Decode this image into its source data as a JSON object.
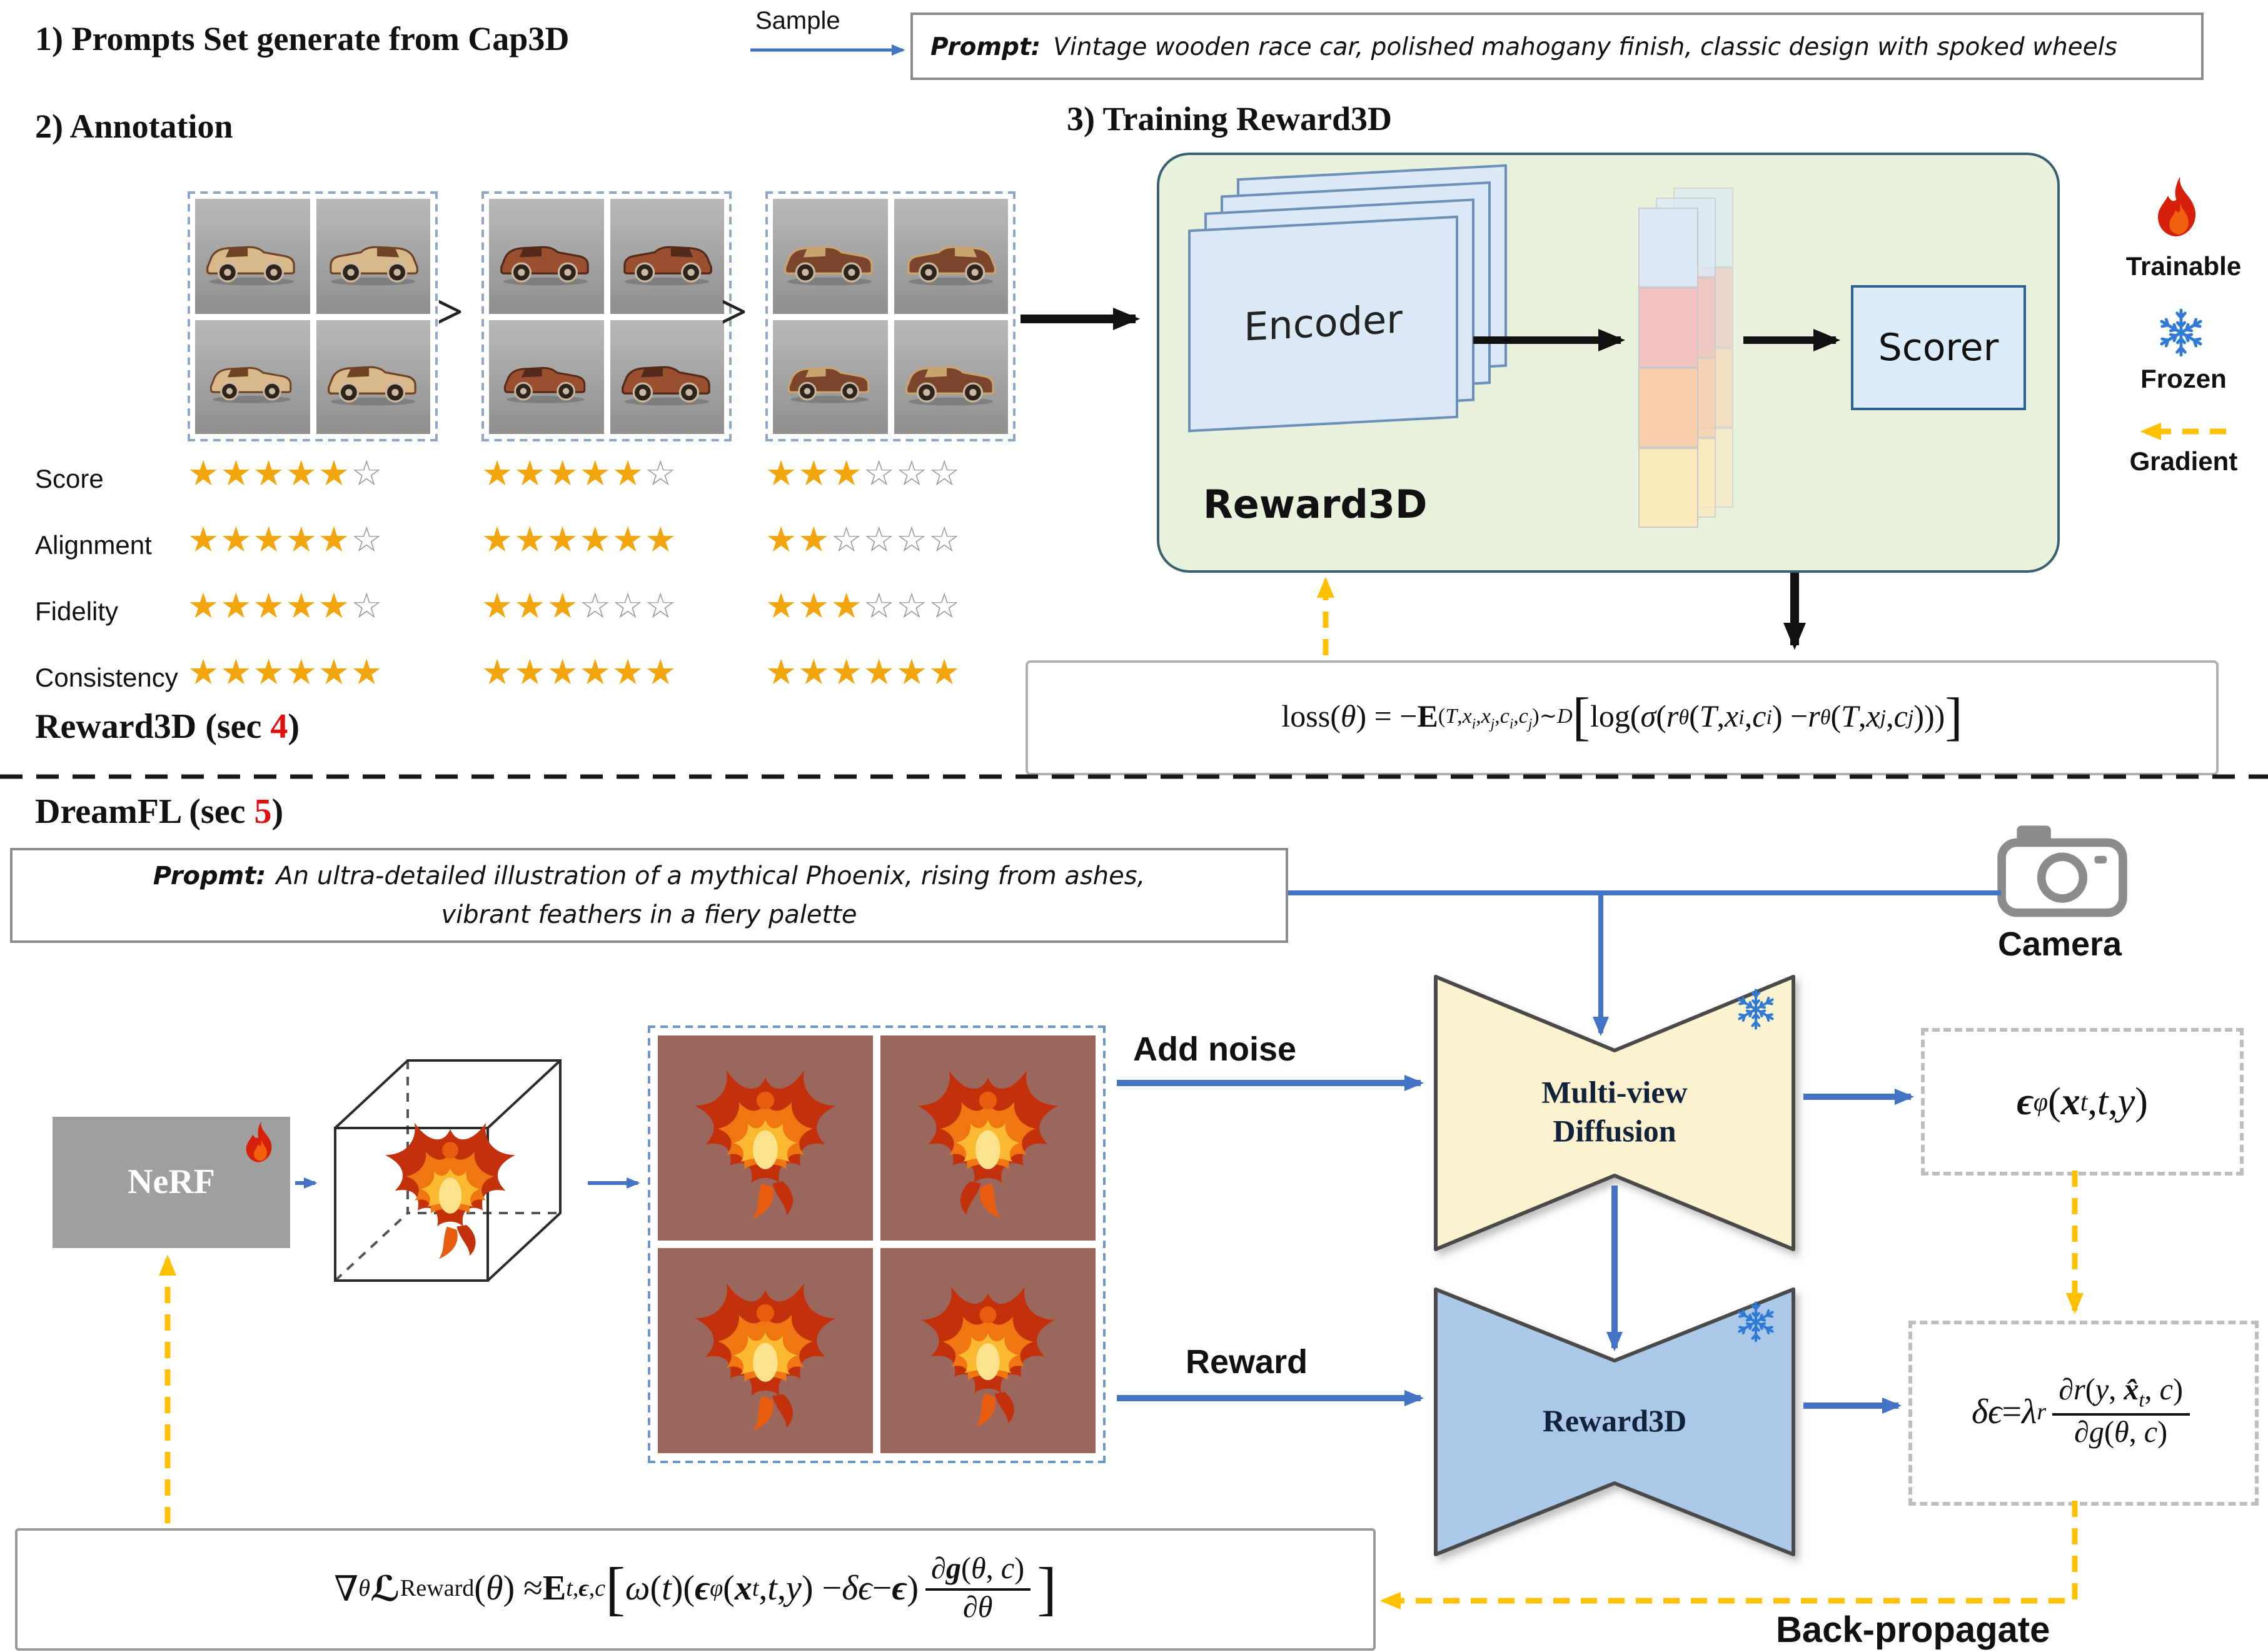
{
  "colors": {
    "arrow_blue": "#4472C4",
    "arrow_yellow": "#FFC000",
    "green_panel": "#E7F1DC",
    "panel_border": "#39606E",
    "encoder_card": "#DBE8F6",
    "scorer_fill": "#DCEBF8",
    "star_gold": "#F2A50C",
    "star_empty": "#9A9A9A",
    "mvd_fill": "#FCF2D0",
    "reward3d_fill": "#ABC8E8",
    "nerf_gray": "#9F9F9F",
    "flame_red": "#D6200B",
    "snow_blue": "#2F7BD3",
    "phoenix_bg": "#9B675C",
    "sec_num_red": "#E01010"
  },
  "top": {
    "step1_title": "1) Prompts Set generate from Cap3D",
    "sample_label": "Sample",
    "prompt_label": "Prompt:",
    "prompt_text": "Vintage wooden race car, polished mahogany finish, classic design with spoked wheels",
    "step2_title": "2) Annotation",
    "step3_title": "3) Training Reward3D",
    "gt": ">",
    "encoder_label": "Encoder",
    "scorer_label": "Scorer",
    "reward3d_label": "Reward3D",
    "legend": {
      "trainable": "Trainable",
      "frozen": "Frozen",
      "gradient": "Gradient"
    },
    "stars_total": 6,
    "ratings": [
      {
        "label": "Score",
        "stars": [
          5,
          5,
          3
        ]
      },
      {
        "label": "Alignment",
        "stars": [
          5,
          6,
          2
        ]
      },
      {
        "label": "Fidelity",
        "stars": [
          5,
          3,
          3
        ]
      },
      {
        "label": "Consistency",
        "stars": [
          6,
          6,
          6
        ]
      }
    ],
    "section": {
      "name": "Reward3D",
      "sec_prefix": " (sec ",
      "sec_num": "4",
      "sec_suffix": ")"
    },
    "loss_formula": [
      [
        "n",
        "loss("
      ],
      [
        "i",
        "θ"
      ],
      [
        "n",
        ") = −"
      ],
      [
        "bb",
        "E"
      ],
      [
        "sub",
        [
          [
            "n",
            "("
          ],
          [
            "i",
            "T"
          ],
          [
            "n",
            ","
          ],
          [
            "i",
            "x"
          ],
          [
            "sub",
            [
              [
                "i",
                "i"
              ]
            ]
          ],
          [
            "n",
            ","
          ],
          [
            "i",
            "x"
          ],
          [
            "sub",
            [
              [
                "i",
                "j"
              ]
            ]
          ],
          [
            "n",
            ","
          ],
          [
            "i",
            "c"
          ],
          [
            "sub",
            [
              [
                "i",
                "i"
              ]
            ]
          ],
          [
            "n",
            ","
          ],
          [
            "i",
            "c"
          ],
          [
            "sub",
            [
              [
                "i",
                "j"
              ]
            ]
          ],
          [
            "n",
            ")∼"
          ],
          [
            "i",
            "D"
          ]
        ]
      ],
      [
        "big",
        "["
      ],
      [
        "n",
        "log("
      ],
      [
        "i",
        "σ"
      ],
      [
        "n",
        "("
      ],
      [
        "i",
        "r"
      ],
      [
        "sub",
        [
          [
            "i",
            "θ"
          ]
        ]
      ],
      [
        "n",
        "("
      ],
      [
        "i",
        "T"
      ],
      [
        "n",
        ", "
      ],
      [
        "i",
        "x"
      ],
      [
        "sub",
        [
          [
            "i",
            "i"
          ]
        ]
      ],
      [
        "n",
        ", "
      ],
      [
        "i",
        "c"
      ],
      [
        "sub",
        [
          [
            "i",
            "i"
          ]
        ]
      ],
      [
        "n",
        ") − "
      ],
      [
        "i",
        "r"
      ],
      [
        "sub",
        [
          [
            "i",
            "θ"
          ]
        ]
      ],
      [
        "n",
        "("
      ],
      [
        "i",
        "T"
      ],
      [
        "n",
        ", "
      ],
      [
        "i",
        "x"
      ],
      [
        "sub",
        [
          [
            "i",
            "j"
          ]
        ]
      ],
      [
        "n",
        ", "
      ],
      [
        "i",
        "c"
      ],
      [
        "sub",
        [
          [
            "i",
            "j"
          ]
        ]
      ],
      [
        "n",
        ")))"
      ],
      [
        "big",
        "]"
      ]
    ]
  },
  "bottom": {
    "section": {
      "name": "DreamFL",
      "sec_prefix": " (sec ",
      "sec_num": "5",
      "sec_suffix": ")"
    },
    "prompt_label": "Propmt:",
    "prompt_line1": "An ultra-detailed illustration of a mythical Phoenix, rising from ashes,",
    "prompt_line2": "vibrant feathers in a fiery palette",
    "camera_label": "Camera",
    "nerf_label": "NeRF",
    "add_noise_label": "Add noise",
    "reward_label": "Reward",
    "mvd_line1": "Multi-view",
    "mvd_line2": "Diffusion",
    "reward3d_label": "Reward3D",
    "back_propagate_label": "Back-propagate",
    "eps_formula": [
      [
        "bi",
        "ϵ"
      ],
      [
        "sub",
        [
          [
            "i",
            "φ"
          ]
        ]
      ],
      [
        "n",
        "("
      ],
      [
        "bi",
        "x"
      ],
      [
        "sub",
        [
          [
            "i",
            "t"
          ]
        ]
      ],
      [
        "n",
        ", "
      ],
      [
        "i",
        "t"
      ],
      [
        "n",
        ", "
      ],
      [
        "i",
        "y"
      ],
      [
        "n",
        ")"
      ]
    ],
    "delta_formula": [
      [
        "i",
        "δϵ"
      ],
      [
        "n",
        " = "
      ],
      [
        "i",
        "λ"
      ],
      [
        "sub",
        [
          [
            "i",
            "r"
          ]
        ]
      ],
      [
        "frac",
        [
          [
            "n",
            "∂"
          ],
          [
            "i",
            "r"
          ],
          [
            "n",
            "("
          ],
          [
            "i",
            "y"
          ],
          [
            "n",
            ", "
          ],
          [
            "bi",
            "x̂"
          ],
          [
            "sub",
            [
              [
                "i",
                "t"
              ]
            ]
          ],
          [
            "n",
            ", "
          ],
          [
            "i",
            "c"
          ],
          [
            "n",
            ")"
          ]
        ],
        [
          [
            "n",
            "∂"
          ],
          [
            "i",
            "g"
          ],
          [
            "n",
            "("
          ],
          [
            "i",
            "θ"
          ],
          [
            "n",
            ", "
          ],
          [
            "i",
            "c"
          ],
          [
            "n",
            ")"
          ]
        ]
      ]
    ],
    "grad_formula": [
      [
        "n",
        "∇"
      ],
      [
        "sub",
        [
          [
            "i",
            "θ"
          ]
        ]
      ],
      [
        "bi",
        "ℒ"
      ],
      [
        "sub",
        [
          [
            "n",
            "Reward"
          ]
        ]
      ],
      [
        "n",
        " ("
      ],
      [
        "i",
        "θ"
      ],
      [
        "n",
        ") ≈ "
      ],
      [
        "bb",
        "E"
      ],
      [
        "sub",
        [
          [
            "i",
            "t"
          ],
          [
            "n",
            ","
          ],
          [
            "bi",
            "ϵ"
          ],
          [
            "n",
            ","
          ],
          [
            "i",
            "c"
          ]
        ]
      ],
      [
        "big",
        "["
      ],
      [
        "i",
        "ω"
      ],
      [
        "n",
        "("
      ],
      [
        "i",
        "t"
      ],
      [
        "n",
        ")("
      ],
      [
        "bi",
        "ϵ"
      ],
      [
        "sub",
        [
          [
            "i",
            "φ"
          ]
        ]
      ],
      [
        "n",
        "("
      ],
      [
        "bi",
        "x"
      ],
      [
        "sub",
        [
          [
            "i",
            "t"
          ]
        ]
      ],
      [
        "n",
        ", "
      ],
      [
        "i",
        "t"
      ],
      [
        "n",
        ", "
      ],
      [
        "i",
        "y"
      ],
      [
        "n",
        ") − "
      ],
      [
        "i",
        "δϵ"
      ],
      [
        "n",
        " − "
      ],
      [
        "bi",
        "ϵ"
      ],
      [
        "n",
        ")"
      ],
      [
        "frac",
        [
          [
            "n",
            "∂"
          ],
          [
            "bi",
            "g"
          ],
          [
            "n",
            "("
          ],
          [
            "i",
            "θ"
          ],
          [
            "n",
            ", "
          ],
          [
            "i",
            "c"
          ],
          [
            "n",
            ")"
          ]
        ],
        [
          [
            "n",
            "∂"
          ],
          [
            "i",
            "θ"
          ]
        ]
      ],
      [
        "big",
        "]"
      ]
    ]
  }
}
